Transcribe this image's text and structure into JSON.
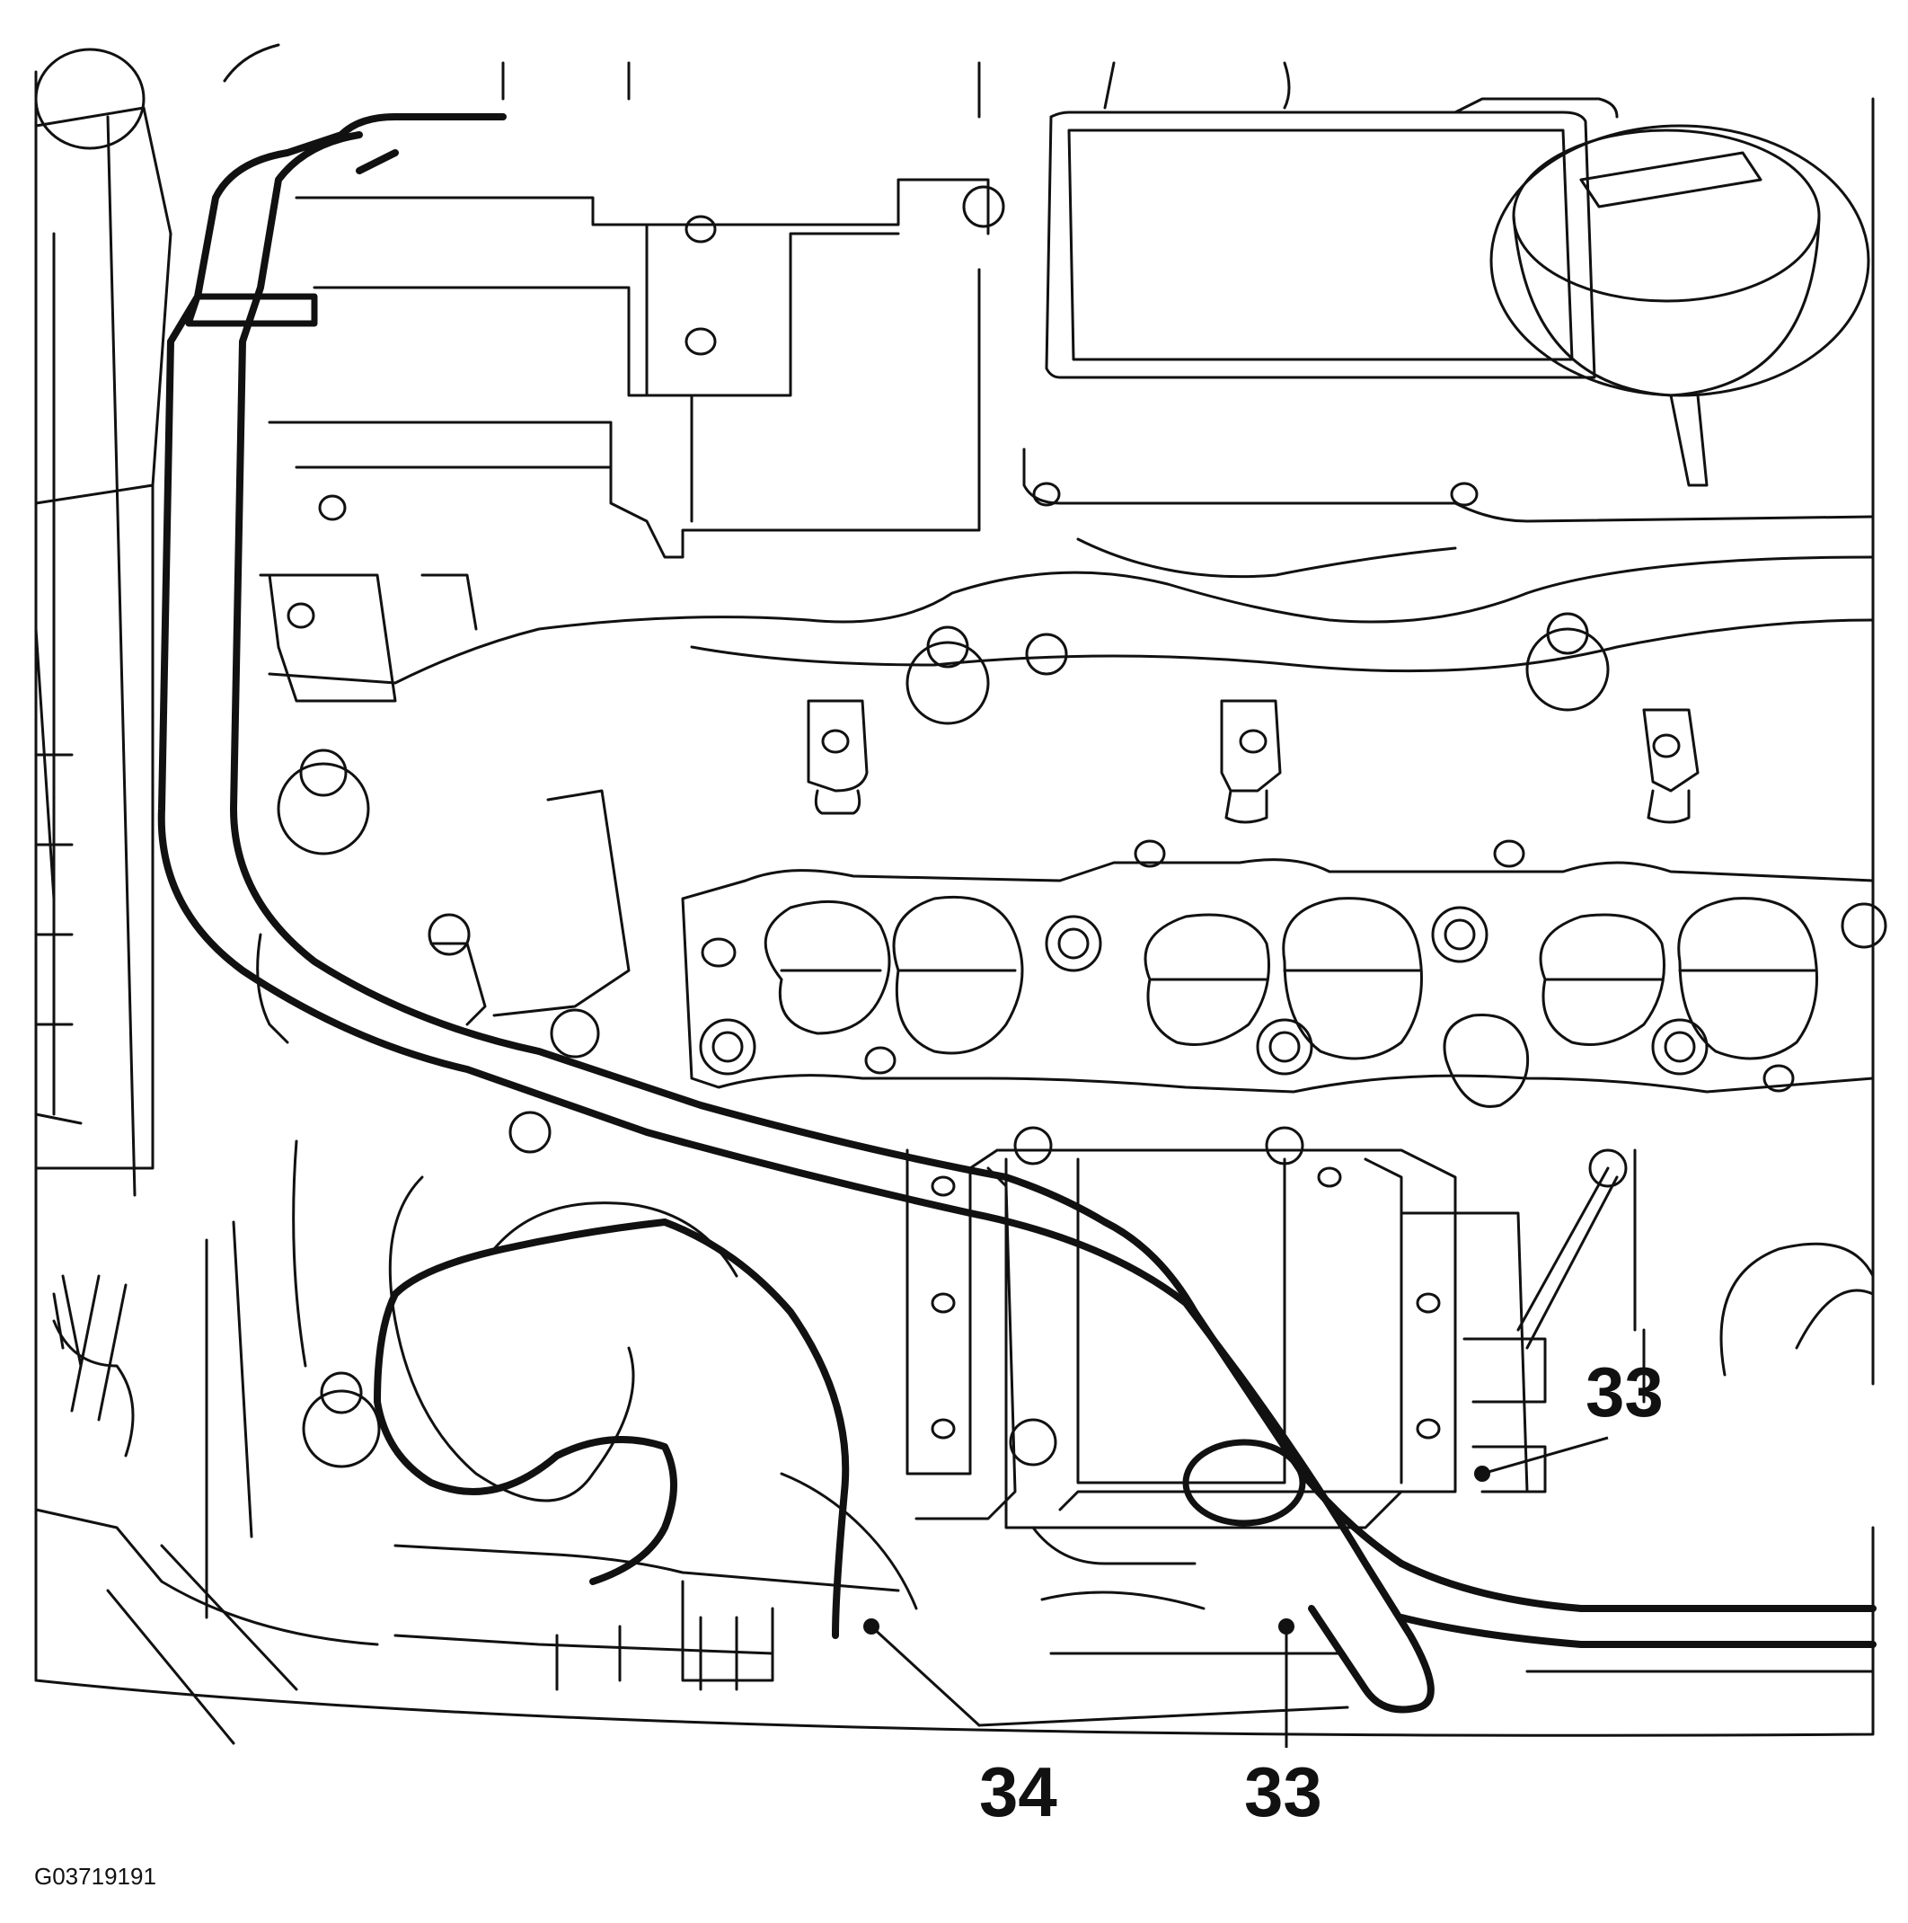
{
  "figure": {
    "id_code": "G03719191",
    "callouts": [
      {
        "key": "callout_33_right",
        "label": "33"
      },
      {
        "key": "callout_34",
        "label": "34"
      },
      {
        "key": "callout_33_bottom",
        "label": "33"
      }
    ],
    "colors": {
      "line": "#111111",
      "background": "#ffffff"
    }
  }
}
